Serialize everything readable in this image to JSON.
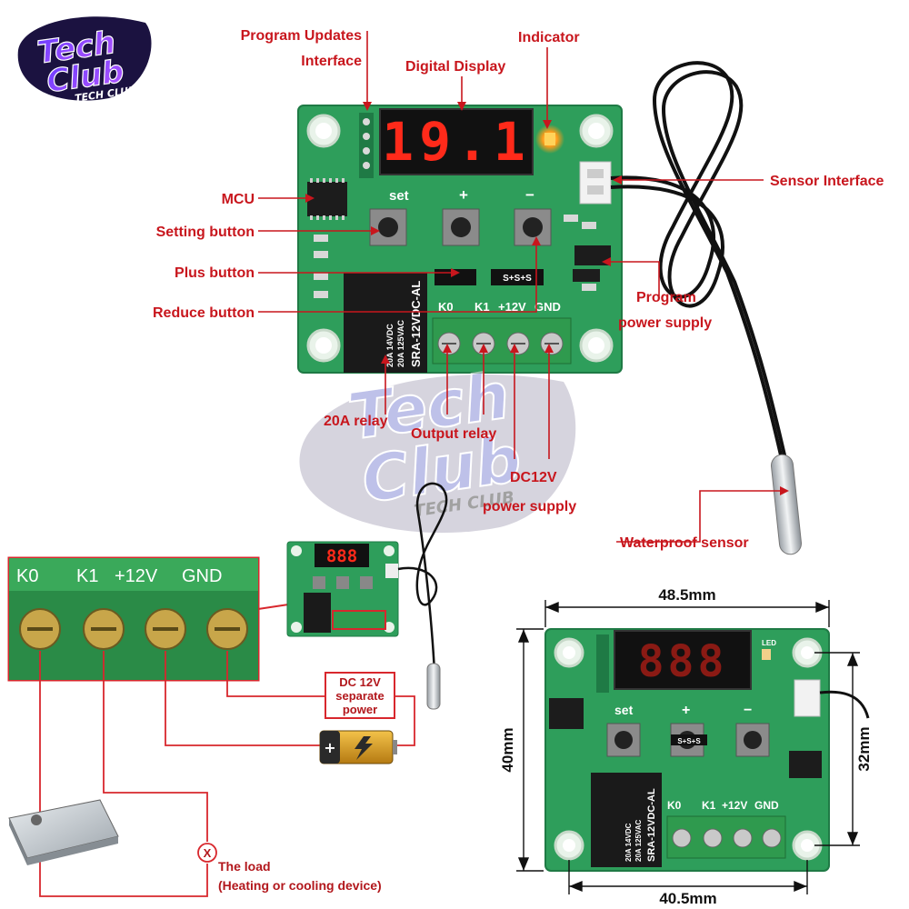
{
  "logo": {
    "main_top": "Tech",
    "main_bottom": "Club",
    "sub": "TECH CLUB"
  },
  "watermark": {
    "main_top": "Tech",
    "main_bottom": "Club",
    "sub": "TECH CLUB"
  },
  "board_main": {
    "display_digits": "19.1",
    "silk": {
      "set": "set",
      "plus": "+",
      "minus": "−",
      "k0": "K0",
      "k1": "K1",
      "v12": "+12V",
      "gnd": "GND",
      "relay_line1": "SRA-12VDC-AL",
      "relay_line2": "20A 14VDC",
      "relay_line3": "20A 125VAC",
      "ss": "S+S+S"
    }
  },
  "labels": {
    "program_updates_line1": "Program Updates",
    "program_updates_line2": "Interface",
    "indicator": "Indicator",
    "digital_display": "Digital Display",
    "sensor_interface": "Sensor Interface",
    "mcu": "MCU",
    "setting_button": "Setting button",
    "plus_button": "Plus button",
    "reduce_button": "Reduce button",
    "program_power_line1": "Program",
    "program_power_line2": "power supply",
    "relay_20a": "20A relay",
    "output_relay": "Output relay",
    "dc12v_line1": "DC12V",
    "dc12v_line2": "power supply",
    "waterproof_sensor": "Waterproof sensor"
  },
  "wiring": {
    "terminals": [
      "K0",
      "K1",
      "+12V",
      "GND"
    ],
    "dc_power_line1": "DC 12V",
    "dc_power_line2": "separate",
    "dc_power_line3": "power",
    "load_line1": "The load",
    "load_line2": "(Heating or cooling device)",
    "load_symbol": "X"
  },
  "dimensions": {
    "width_top": "48.5mm",
    "width_bottom": "40.5mm",
    "height_left": "40mm",
    "height_right": "32mm",
    "silk": {
      "set": "set",
      "plus": "+",
      "minus": "−",
      "k0": "K0",
      "k1": "K1",
      "v12": "+12V",
      "gnd": "GND",
      "led": "LED",
      "relay_line1": "SRA-12VDC-AL",
      "relay_line2": "20A 14VDC",
      "relay_line3": "20A 125VAC",
      "ss": "S+S+S"
    }
  },
  "colors": {
    "pcb": "#2e9e5b",
    "pcb_dark": "#1f7a45",
    "label_red": "#c8161d",
    "segment_red": "#ff2a1a",
    "terminal_green": "#2f9a4e"
  }
}
